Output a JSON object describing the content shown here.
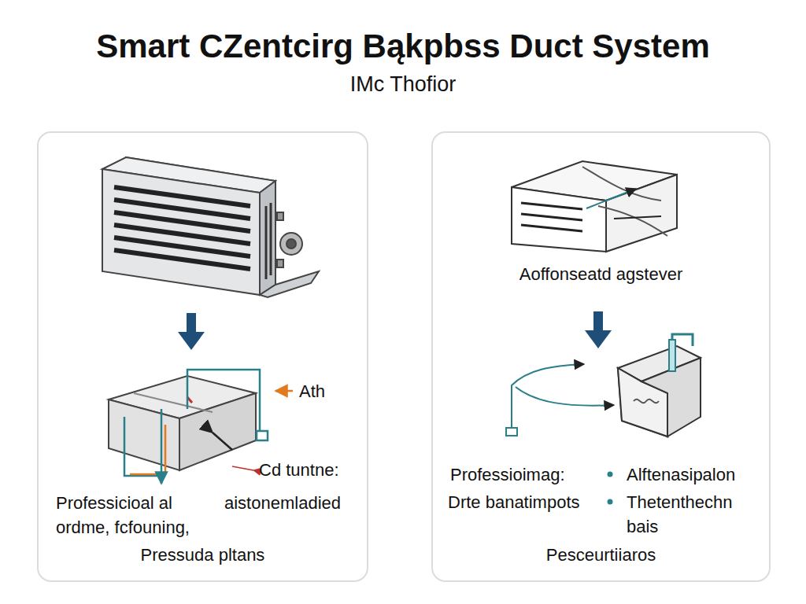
{
  "diagram": {
    "title": "Smart CZentcirg Bąkpbss Duct System",
    "nodes": [
      {
        "text": [
          "Professicioal al ordme, fcfouning,",
          "aistonemladied",
          "Pressuda pltans"
        ]
      },
      {
        "text": [
          "Aoffonseatd agstever",
          "Professioimag:",
          "Drte banatimpots",
          "Alftenasipalon",
          "Thetenthechn bais",
          "Pesceurtiiaros"
        ]
      }
    ],
    "labels": [
      "IMc Thofior",
      "Ath",
      "Cd tuntne:"
    ]
  }
}
